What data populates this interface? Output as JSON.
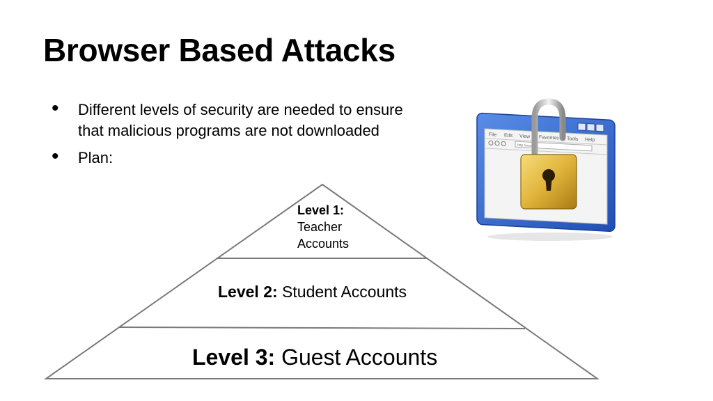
{
  "slide": {
    "title": "Browser Based Attacks",
    "bullets": [
      "Different levels of security are needed to ensure that malicious programs are not downloaded",
      "Plan:"
    ]
  },
  "pyramid": {
    "levels": [
      {
        "label": "Level 1:",
        "line1": "Teacher",
        "line2": "Accounts"
      },
      {
        "label": "Level 2:",
        "text": "Student Accounts"
      },
      {
        "label": "Level 3:",
        "text": "Guest Accounts"
      }
    ]
  },
  "illustration": {
    "icon": "browser-padlock-icon",
    "menu": [
      "File",
      "Edit",
      "View",
      "Favorites",
      "Tools",
      "Help"
    ],
    "address": "http://www",
    "colors": {
      "frame": "#2f63c8",
      "padlock": "#e0b43a"
    }
  }
}
